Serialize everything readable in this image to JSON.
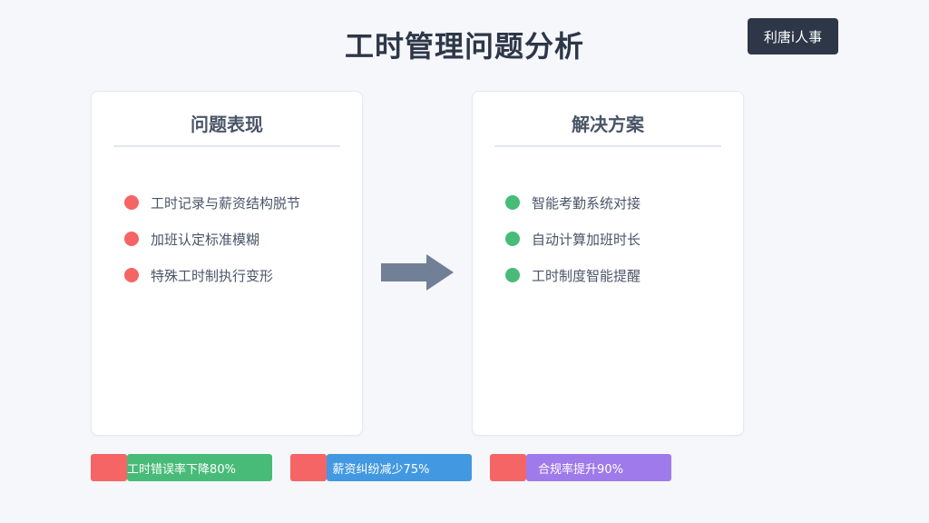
{
  "header": {
    "title": "工时管理问题分析",
    "brand": "利唐i人事"
  },
  "problems": {
    "title": "问题表现",
    "items": [
      "工时记录与薪资结构脱节",
      "加班认定标准模糊",
      "特殊工时制执行变形"
    ]
  },
  "solutions": {
    "title": "解决方案",
    "items": [
      "智能考勤系统对接",
      "自动计算加班时长",
      "工时制度智能提醒"
    ]
  },
  "metrics": [
    {
      "label": "工时错误率下降80%",
      "color": "#48bb78"
    },
    {
      "label": "薪资纠纷减少75%",
      "color": "#4299e1"
    },
    {
      "label": "合规率提升90%",
      "color": "#9f7aea"
    }
  ],
  "colors": {
    "problem_dot": "#f56565",
    "solution_dot": "#48bb78",
    "arrow": "#718096",
    "metric_swatch": "#f56565"
  }
}
